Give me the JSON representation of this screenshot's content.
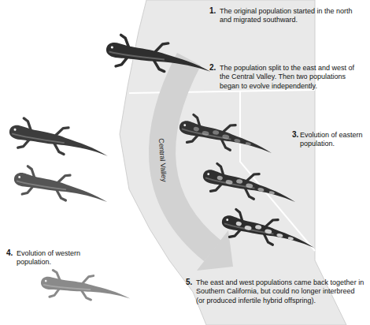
{
  "diagram": {
    "labels": [
      "1.",
      "The original population started in the north and migrated southward.",
      "2.",
      "The population split to the east and west of the Central Valley. Then two populations began to evolve independently.",
      "3.",
      "Evolution of eastern population.",
      "4.",
      "Evolution of western population.",
      "Central Valley",
      "5.",
      "The east and west populations came back together in Southern California, but could no longer interbreed (or produced infertile hybrid offspring)."
    ]
  }
}
